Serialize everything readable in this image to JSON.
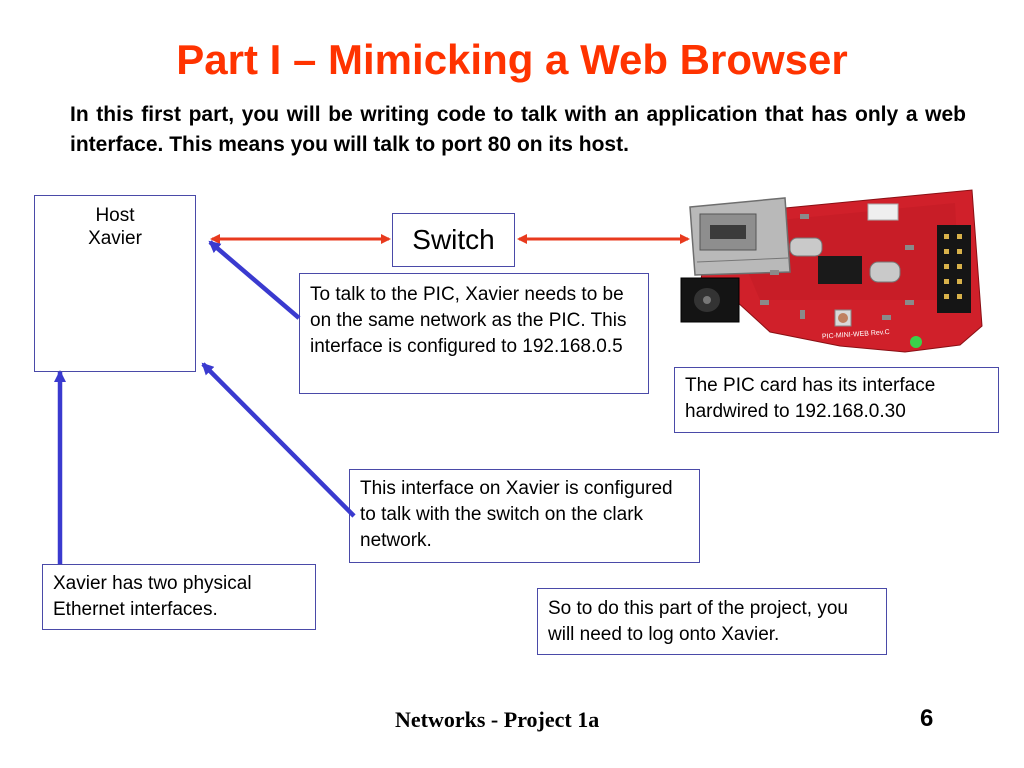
{
  "title": "Part I – Mimicking a Web Browser",
  "intro": "In this first part, you will be writing code to talk with an application that has only a web interface.  This means you will talk to port 80 on its host.",
  "host": {
    "line1": "Host",
    "line2": "Xavier"
  },
  "switch_label": "Switch",
  "notes": {
    "pic_network": "To talk to the PIC, Xavier needs to be on the same network as the PIC.    This interface is configured to 192.168.0.5",
    "pic_card": "The PIC card has its interface hardwired to 192.168.0.30",
    "clark": "This interface on Xavier is configured to talk with the switch on the clark network.",
    "physical": "Xavier has two physical Ethernet interfaces.",
    "logon": "So to do this part of the project, you will need to log onto Xavier."
  },
  "board_silkscreen": "PIC-MINI-WEB Rev.C",
  "footer": "Networks - Project 1a",
  "page_number": "6",
  "colors": {
    "title": "#ff3300",
    "connector_red": "#e83a1e",
    "pointer_blue": "#3a3acf",
    "board_red": "#d0202a",
    "box_border": "#4a4aa8"
  }
}
